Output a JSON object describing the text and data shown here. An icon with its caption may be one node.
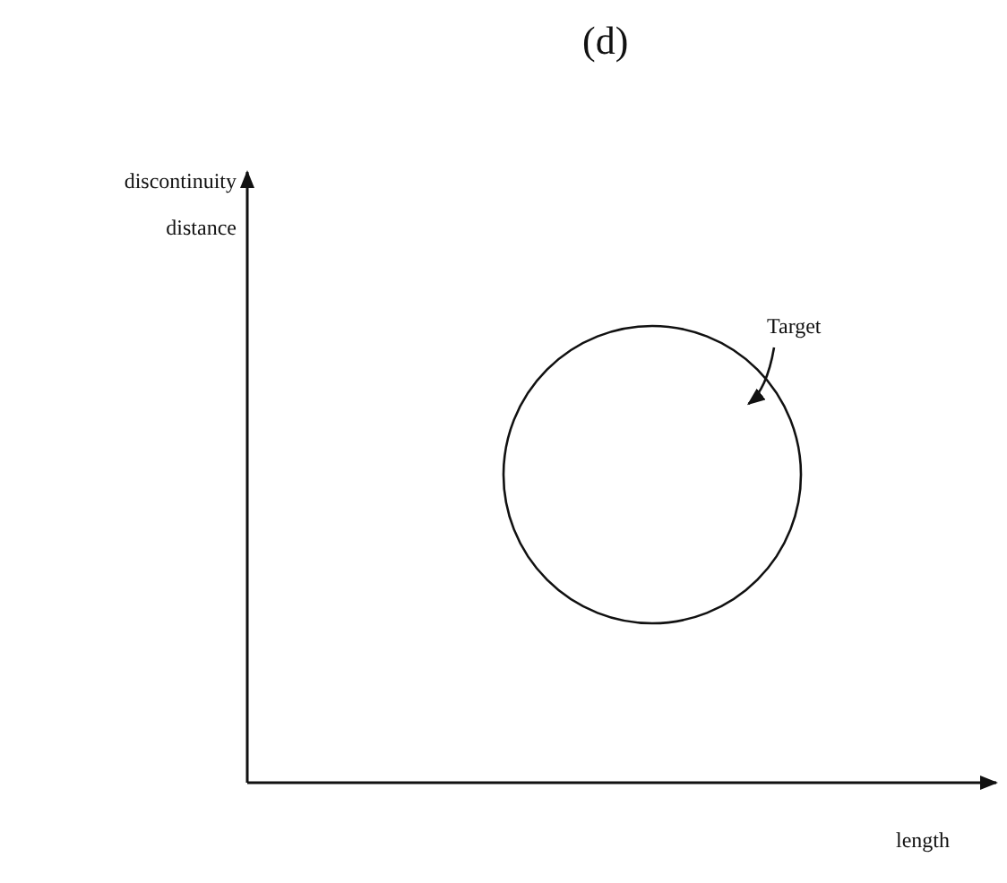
{
  "diagram": {
    "title": "(d)",
    "nodes": [
      {
        "text": [
          "Target"
        ]
      },
      {
        "text": [],
        "shape": "circle"
      }
    ],
    "edges": [
      {
        "from": 0,
        "to": 1,
        "arrow": "to"
      }
    ],
    "labels": [
      "discontinuity distance",
      "length"
    ]
  }
}
